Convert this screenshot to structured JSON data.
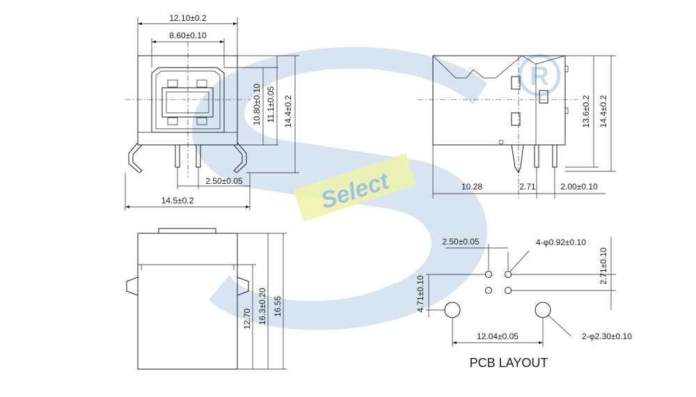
{
  "colors": {
    "watermark_blue": "#c9dcef",
    "watermark_yellow": "#eef2a8",
    "watermark_text": "#9ec2e2",
    "line": "#1a1a1a"
  },
  "watermark": {
    "text": "Select",
    "registered_symbol": "R"
  },
  "front_view": {
    "width_outer": "12.10±0.2",
    "width_inner": "8.60±0.10",
    "height_a": "10.80±0.10",
    "height_b": "11.1±0.05",
    "height_c": "14.4±0.2",
    "pin_pitch": "2.50±0.05",
    "total_width": "14.5±0.2"
  },
  "side_view": {
    "height_a": "13.6±0.2",
    "height_b": "14.4±0.2",
    "offset_1": "10.28",
    "offset_2": "2.71",
    "offset_3": "2.00±0.10"
  },
  "top_view": {
    "height_a": "12.70",
    "height_b": "16.3±0.20",
    "height_c": "16.55"
  },
  "pcb_layout": {
    "title": "PCB LAYOUT",
    "pin_pitch": "2.50±0.05",
    "pin_holes": "4-φ0.92±0.10",
    "row_spacing": "2.71±0.10",
    "mount_offset": "4.71±0.10",
    "mount_spacing": "12.04±0.05",
    "mount_holes": "2-φ2.30±0.10"
  }
}
